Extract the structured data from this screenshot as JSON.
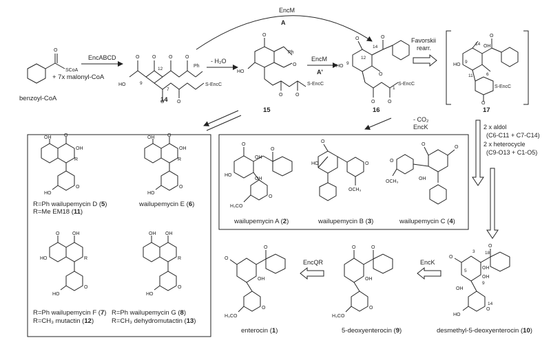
{
  "labels": {
    "benzoyl_coa": "benzoyl-CoA",
    "sco_a": "SCoA",
    "malonyl": "+ 7x malonyl-CoA",
    "enc_abcd": "EncABCD",
    "encm": "EncM",
    "a": "A",
    "a_prime": "A'",
    "minus_h2o": "- H₂O",
    "encm2": "EncM",
    "favorskii1": "Favorskii",
    "favorskii2": "rearr.",
    "minus_co2": "- CO₂",
    "enck1": "EncK",
    "aldol1": "2 x aldol",
    "aldol2": "(C6-C11 + C7-C14)",
    "aldol3": "2 x heterocycle",
    "aldol4": "(C9-O13 + C1-O5)",
    "encqr": "EncQR",
    "enck2": "EncK",
    "s_enc_c": "S-EncC",
    "ph": "Ph",
    "ho": "HO",
    "oh": "OH",
    "o": "O",
    "r": "R",
    "h3co": "H₃CO",
    "och3": "OCH₃",
    "n14": "14",
    "n15": "15",
    "n16": "16",
    "n17": "17",
    "a12": "12",
    "a9": "9",
    "a7": "7",
    "a1": "1",
    "a14": "14",
    "a6": "6",
    "a11": "11",
    "a5": "5",
    "a3": "3",
    "a18": "18"
  },
  "left_box": {
    "row1_left": [
      "R=Ph   wailupemycin D (",
      "5",
      ")"
    ],
    "row1_left2": [
      "R=Me   EM18 (",
      "11",
      ")"
    ],
    "row1_right": [
      "wailupemycin E (",
      "6",
      ")"
    ],
    "row2_left": [
      "R=Ph   wailupemycin F (",
      "7",
      ")"
    ],
    "row2_left2": [
      "R=CH₃  mutactin (",
      "12",
      ")"
    ],
    "row2_right": [
      "R=Ph   wailupemycin G (",
      "8",
      ")"
    ],
    "row2_right2": [
      "R=CH₃  dehydromutactin (",
      "13",
      ")"
    ]
  },
  "mid_box": {
    "a": [
      "wailupemycin A (",
      "2",
      ")"
    ],
    "b": [
      "wailupemycin B (",
      "3",
      ")"
    ],
    "c": [
      "wailupemycin C (",
      "4",
      ")"
    ]
  },
  "bottom": {
    "enterocin": [
      "enterocin (",
      "1",
      ")"
    ],
    "deoxy": [
      "5-deoxyenterocin (",
      "9",
      ")"
    ],
    "desmethyl": [
      "desmethyl-5-deoxyenterocin (",
      "10",
      ")"
    ]
  }
}
